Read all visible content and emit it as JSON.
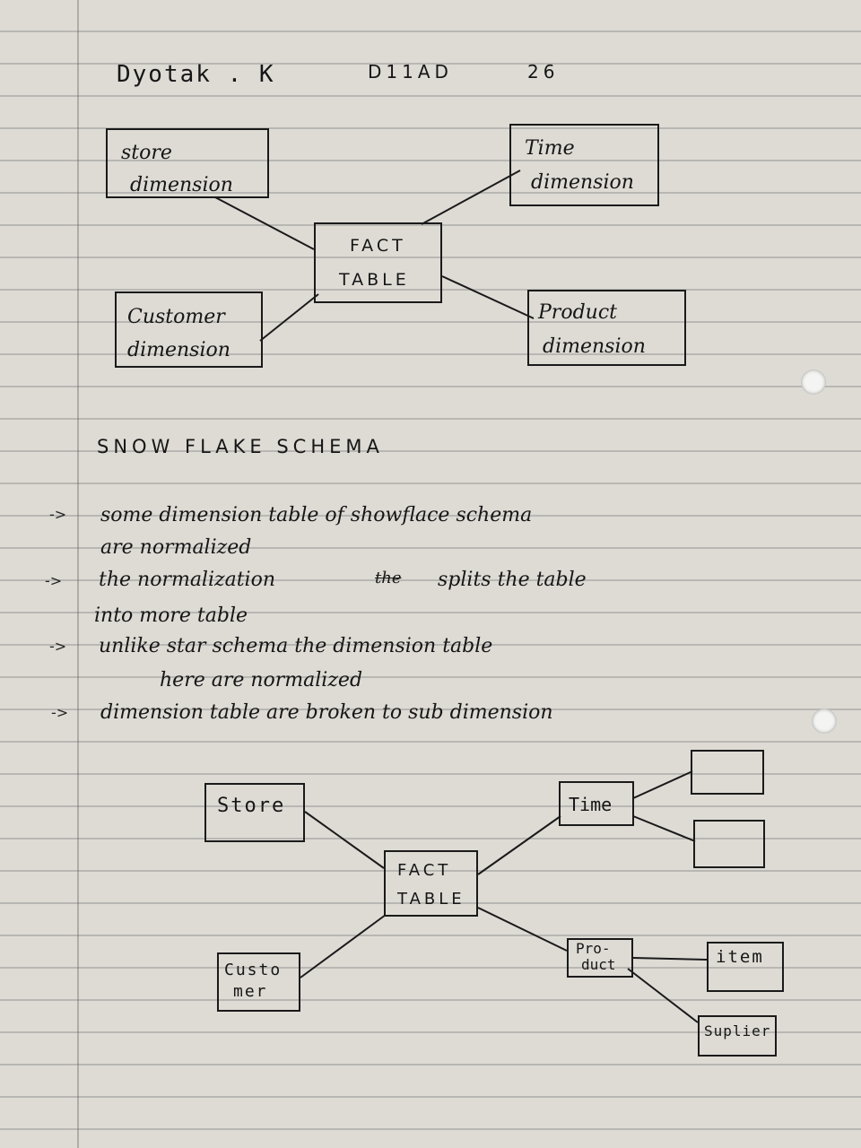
{
  "header": {
    "name": "Dyotak . K",
    "class": "D11AD",
    "roll_no": "26"
  },
  "diagram1": {
    "store": [
      "store",
      "dimension"
    ],
    "time": [
      "Time",
      "dimension"
    ],
    "fact": [
      "FACT",
      "TABLE"
    ],
    "customer": [
      "Customer",
      "dimension"
    ],
    "product": [
      "Product",
      "dimension"
    ]
  },
  "section_title": "SNOW FLAKE SCHEMA",
  "notes": [
    {
      "arrow": "->",
      "lines": [
        "some dimension table of showflace schema",
        "are normalized"
      ]
    },
    {
      "arrow": "->",
      "lines": [
        "the normalization",
        "splits the table",
        "into more table"
      ],
      "struck": "the"
    },
    {
      "arrow": "->",
      "lines": [
        "unlike star schema the dimension table",
        "here are normalized"
      ]
    },
    {
      "arrow": "->",
      "lines": [
        "dimension table are broken to sub dimension"
      ]
    }
  ],
  "diagram2": {
    "store": "Store",
    "time": "Time",
    "fact": [
      "FACT",
      "TABLE"
    ],
    "customer": [
      "Custo",
      "mer"
    ],
    "product": [
      "Pro-",
      "duct"
    ],
    "item": "item",
    "supplier": "Suplier"
  }
}
